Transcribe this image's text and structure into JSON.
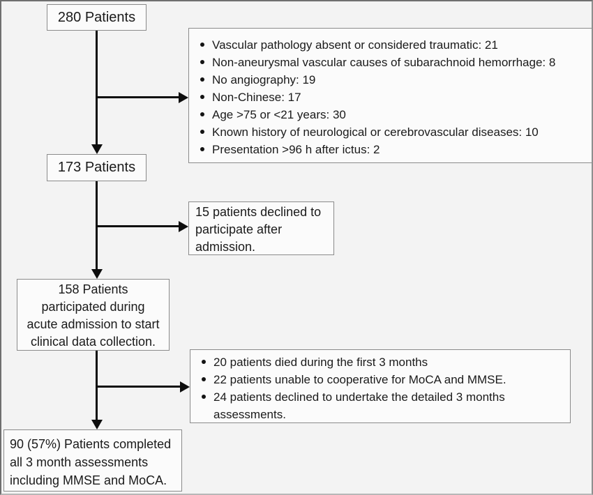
{
  "diagram": {
    "type": "patient-flow-chart",
    "boxes": {
      "total": {
        "label": "280 Patients"
      },
      "initial_exclusions": {
        "items": [
          "Vascular pathology absent or considered traumatic: 21",
          "Non-aneurysmal vascular causes of subarachnoid hemorrhage: 8",
          "No angiography: 19",
          "Non-Chinese: 17",
          "Age >75 or <21 years: 30",
          "Known history of neurological or cerebrovascular diseases: 10",
          "Presentation >96 h after ictus: 2"
        ]
      },
      "eligible": {
        "label": "173 Patients"
      },
      "declined_admission": {
        "lines": [
          "15 patients declined to",
          "participate after",
          "admission."
        ]
      },
      "participated": {
        "lines": [
          "158 Patients",
          "participated during",
          "acute admission to start",
          "clinical data collection."
        ]
      },
      "three_month_attrition": {
        "items": [
          "20 patients died during the first 3 months",
          "22 patients unable to cooperative for MoCA and MMSE.",
          "24 patients declined to undertake the detailed 3 months assessments."
        ]
      },
      "completed": {
        "lines": [
          "90 (57%) Patients completed",
          "all 3 month assessments",
          "including MMSE and MoCA."
        ]
      }
    },
    "colors": {
      "background": "#f3f3f3",
      "box_fill": "#fbfbfb",
      "box_border": "#8a8a8a",
      "arrow": "#0d0d0d",
      "text": "#1a1a1a"
    }
  }
}
